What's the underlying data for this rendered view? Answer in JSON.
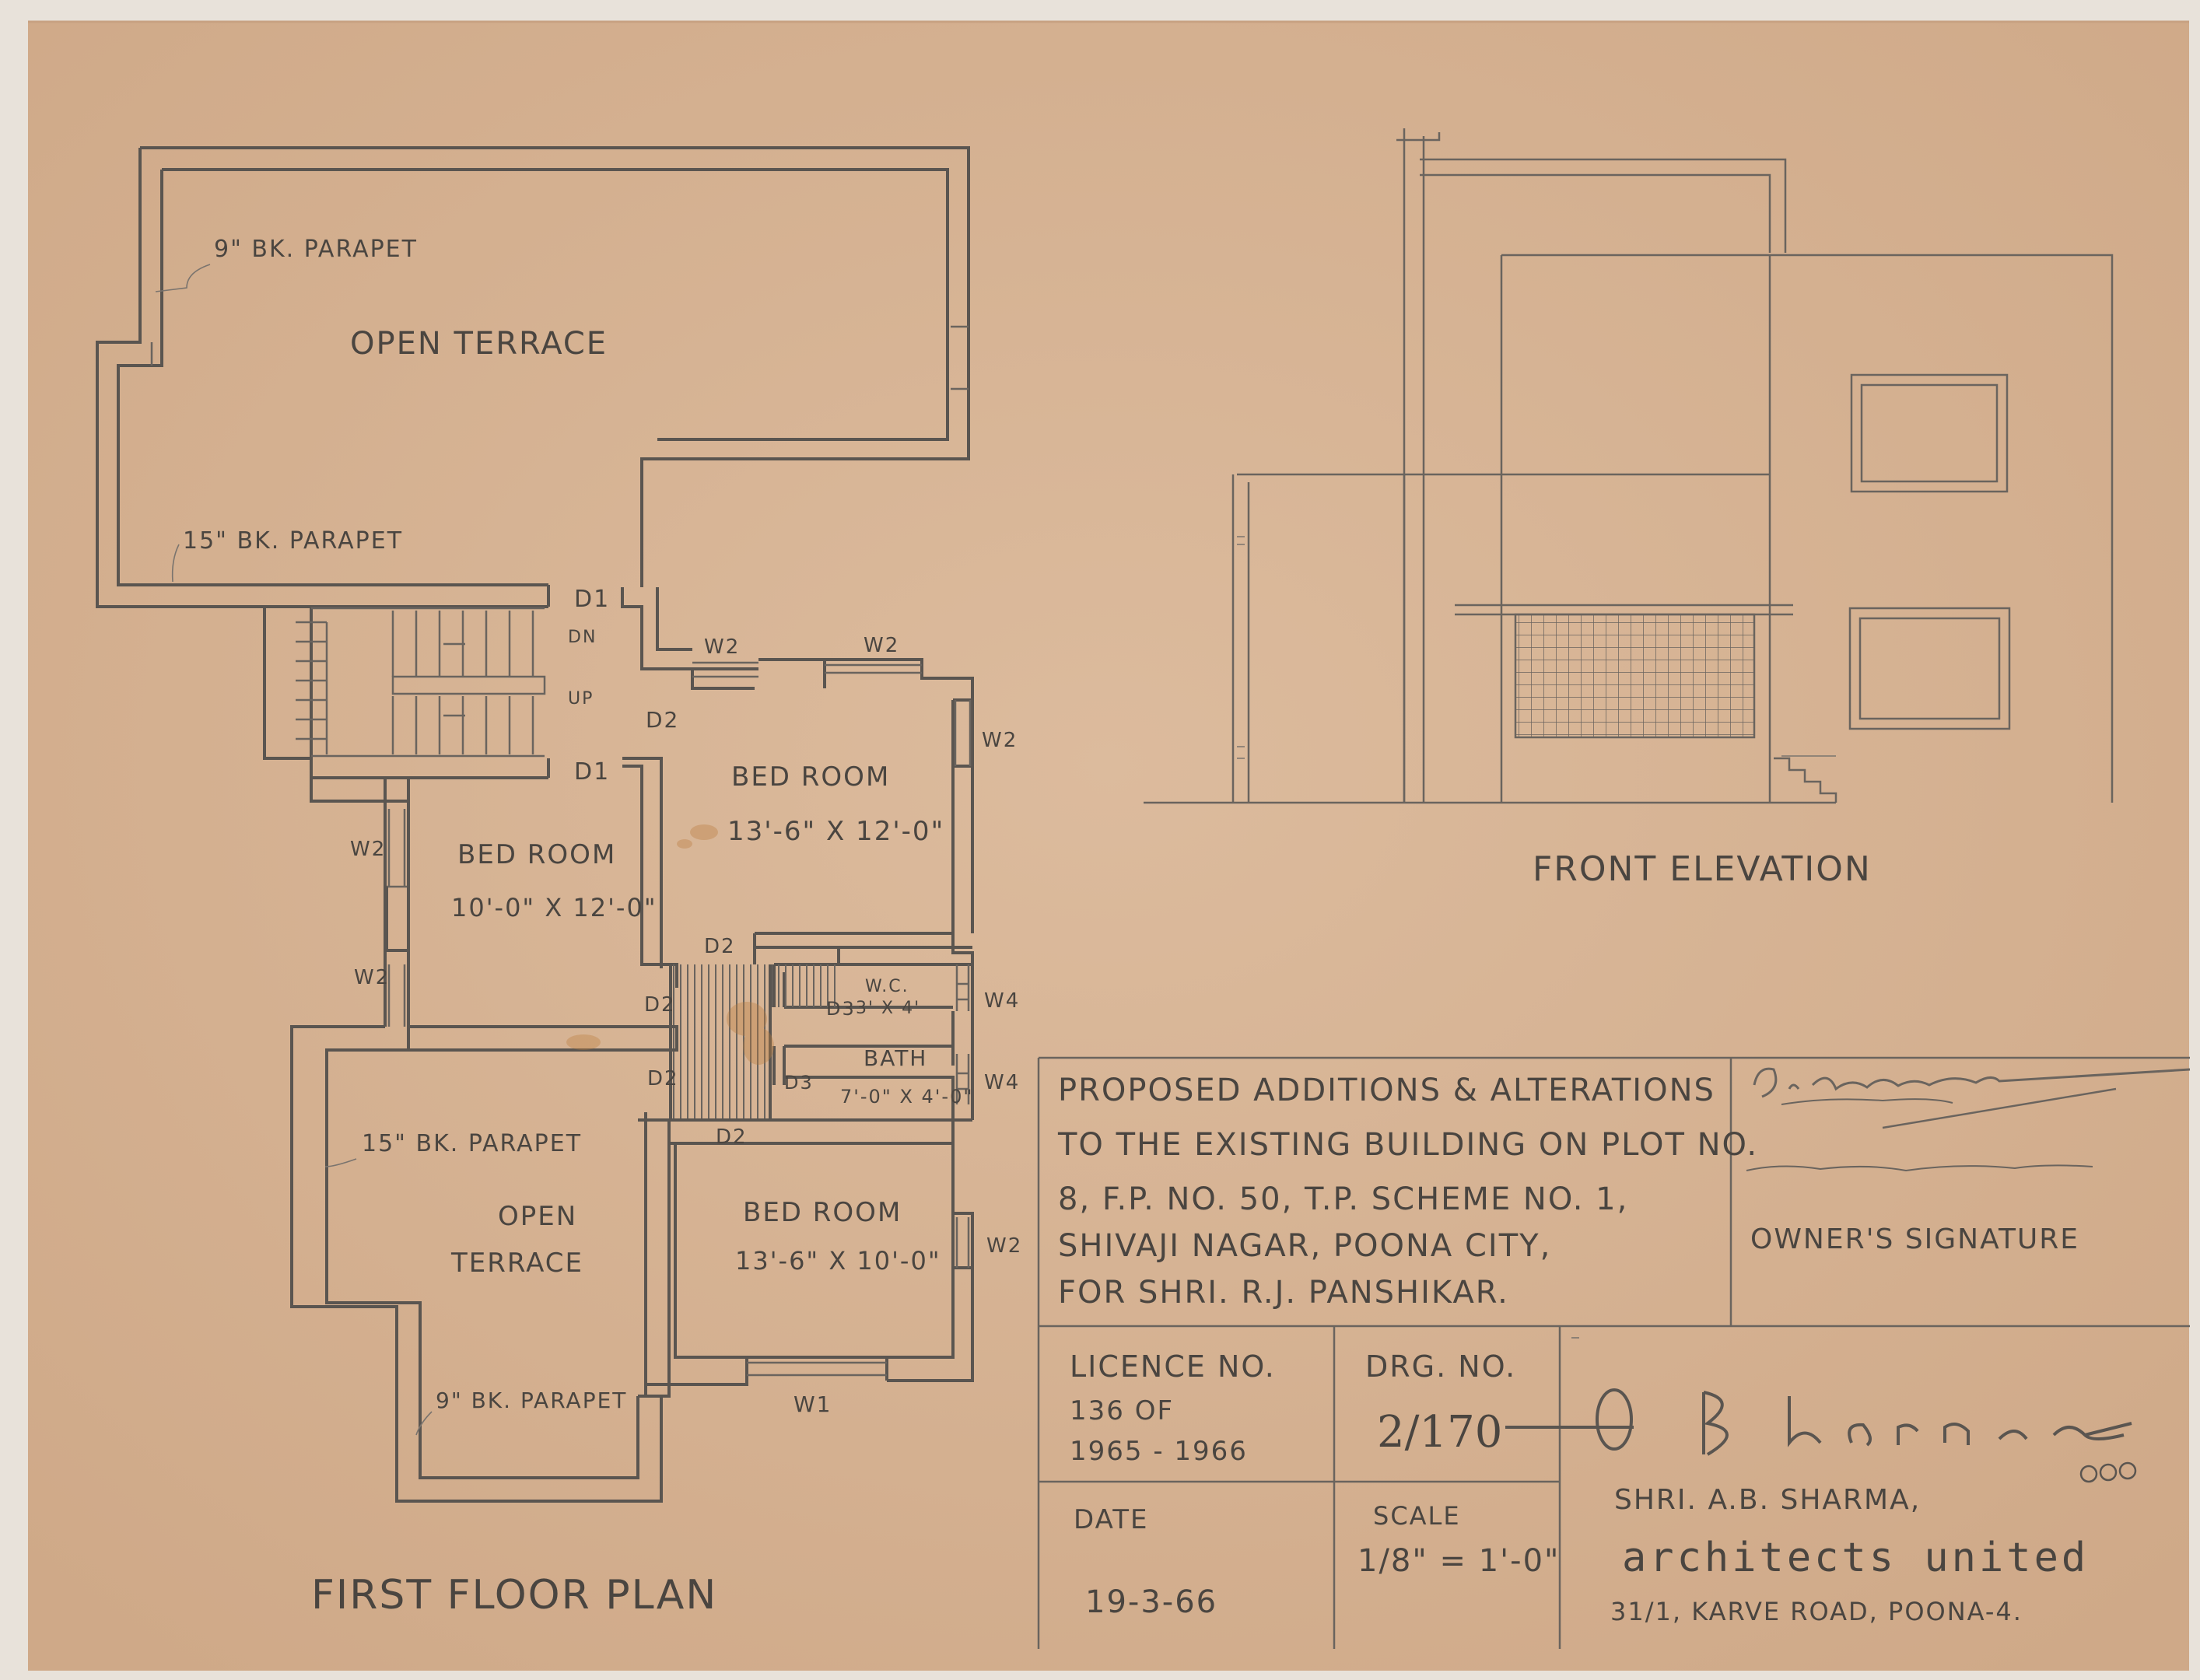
{
  "colors": {
    "paper": "#d7b596",
    "pencil": "#4a4540",
    "stain": "#b97a3a"
  },
  "plan": {
    "title": "FIRST FLOOR PLAN",
    "labels": {
      "parapet_9_top": "9\" BK. PARAPET",
      "open_terrace_top": "OPEN TERRACE",
      "parapet_15_top": "15\" BK. PARAPET",
      "d1_top": "D1",
      "dn": "DN",
      "up": "UP",
      "d1_bottom": "D1",
      "w2_a": "W2",
      "w2_b": "W2",
      "w2_c": "W2",
      "d2_top": "D2",
      "bed_right_name": "BED ROOM",
      "bed_right_size": "13'-6\" X 12'-0\"",
      "w2_left_a": "W2",
      "bed_left_name": "BED ROOM",
      "bed_left_size": "10'-0\" X 12'-0\"",
      "w2_left_b": "W2",
      "d2_mid": "D2",
      "d2_left": "D2",
      "d3_wc": "D3",
      "wc_name": "W.C.",
      "wc_size": "3' X 4'",
      "w4_a": "W4",
      "bath_name": "BATH",
      "bath_size": "7'-0\" X 4'-0\"",
      "d3_bath": "D3",
      "w4_b": "W4",
      "d2_low_left": "D2",
      "d2_low": "D2",
      "parapet_15_bottom": "15\" BK. PARAPET",
      "open_terrace_bottom_1": "OPEN",
      "open_terrace_bottom_2": "TERRACE",
      "bed_bottom_name": "BED ROOM",
      "bed_bottom_size": "13'-6\" X 10'-0\"",
      "w2_right_bottom": "W2",
      "parapet_9_bottom": "9\" BK. PARAPET",
      "w1": "W1"
    }
  },
  "elevation": {
    "title": "FRONT ELEVATION"
  },
  "title_block": {
    "description": [
      "PROPOSED ADDITIONS & ALTERATIONS",
      "TO THE EXISTING BUILDING ON PLOT NO.",
      "8, F.P. NO. 50, T.P. SCHEME NO. 1,",
      "SHIVAJI NAGAR, POONA CITY,",
      "FOR SHRI. R.J. PANSHIKAR."
    ],
    "owner_signature_label": "OWNER'S SIGNATURE",
    "licence_label": "LICENCE NO.",
    "licence_no": "136 OF",
    "licence_years": "1965 - 1966",
    "drg_label": "DRG. NO.",
    "drg_no": "2/170",
    "date_label": "DATE",
    "date_value": "19-3-66",
    "scale_label": "SCALE",
    "scale_value": "1/8\" = 1'-0\"",
    "architect_name": "SHRI. A.B. SHARMA,",
    "firm_name": "architects united",
    "firm_address": "31/1, KARVE ROAD, POONA-4."
  }
}
